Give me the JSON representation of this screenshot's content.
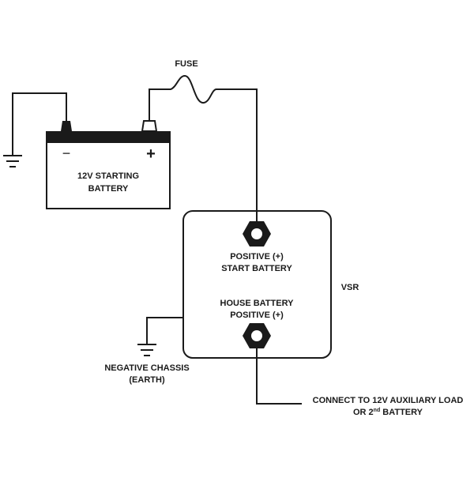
{
  "labels": {
    "fuse": "FUSE",
    "battery_line1": "12V STARTING",
    "battery_line2": "BATTERY",
    "battery_minus": "−",
    "battery_plus": "+",
    "start_line1": "POSITIVE (+)",
    "start_line2": "START BATTERY",
    "house_line1": "HOUSE BATTERY",
    "house_line2": "POSITIVE (+)",
    "vsr": "VSR",
    "chassis_line1": "NEGATIVE CHASSIS",
    "chassis_line2": "(EARTH)",
    "aux_line1": "CONNECT TO 12V AUXILIARY LOAD",
    "aux_line2_prefix": "OR 2",
    "aux_line2_sup": "nd",
    "aux_line2_suffix": " BATTERY"
  }
}
